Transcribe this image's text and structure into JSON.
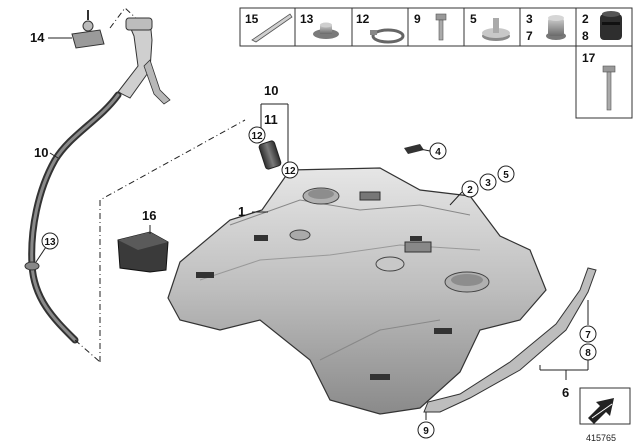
{
  "parts_table": {
    "cells": [
      {
        "id": "15",
        "label": "15",
        "icon": "rubber-strip"
      },
      {
        "id": "13",
        "label": "13",
        "icon": "rubber-grommet"
      },
      {
        "id": "12",
        "label": "12",
        "icon": "hose-clamp"
      },
      {
        "id": "9",
        "label": "9",
        "icon": "hex-bolt"
      },
      {
        "id": "5",
        "label": "5",
        "icon": "rubber-buffer"
      },
      {
        "id": "3_7",
        "label_top": "3",
        "label_bottom": "7",
        "icon": "bush"
      },
      {
        "id": "2_8",
        "label_top": "2",
        "label_bottom": "8",
        "icon": "damper"
      },
      {
        "id": "17",
        "label": "17",
        "icon": "long-bolt"
      }
    ]
  },
  "callouts": {
    "c14": "14",
    "c10_hose": "10",
    "c13_hose": "13",
    "c10_group": "10",
    "c11": "11",
    "c12_top": "12",
    "c12_bottom": "12",
    "c16": "16",
    "c1": "1",
    "c4": "4",
    "c2": "2",
    "c3": "3",
    "c5": "5",
    "c7": "7",
    "c8": "8",
    "c6": "6",
    "c9": "9"
  },
  "diagram_number": "415765",
  "colors": {
    "line": "#222222",
    "tank_light": "#d8d8d8",
    "tank_mid": "#a8a8a8",
    "tank_dark": "#6e6e6e",
    "hose": "#4a4a4a",
    "table_border": "#333333"
  }
}
